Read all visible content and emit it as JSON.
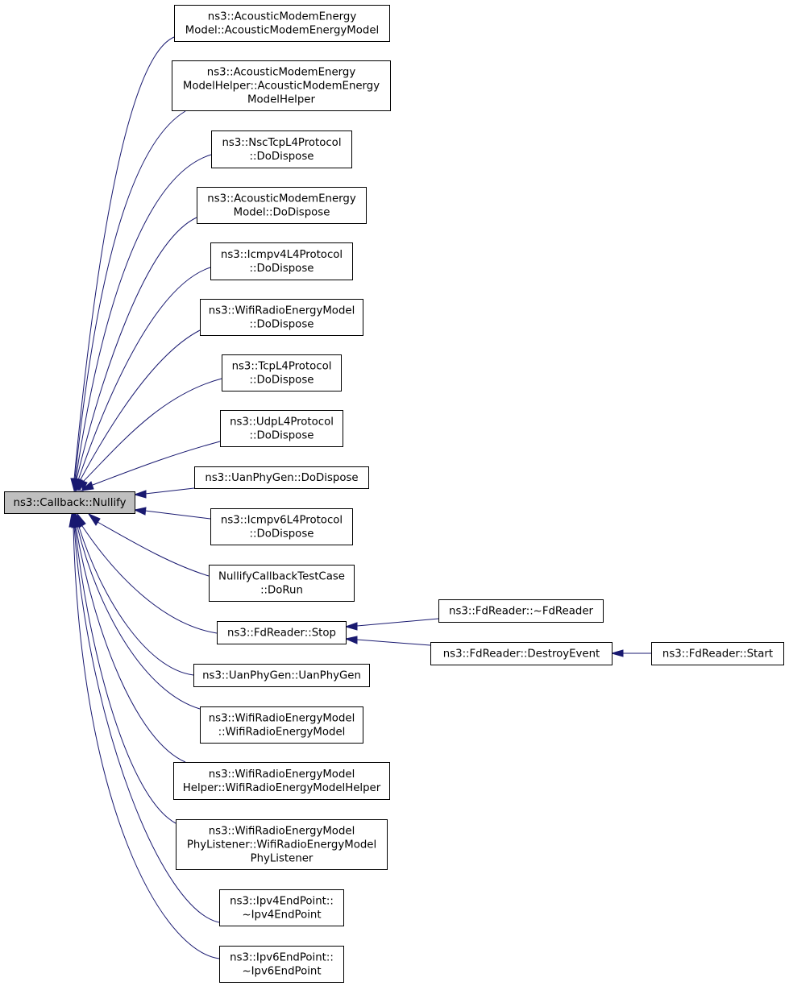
{
  "graph": {
    "root": {
      "lines": [
        "ns3::Callback::Nullify"
      ]
    },
    "nodes": [
      {
        "id": "acoustic-ctor",
        "lines": [
          "ns3::AcousticModemEnergy",
          "Model::AcousticModemEnergyModel"
        ]
      },
      {
        "id": "acoustic-helper-ctor",
        "lines": [
          "ns3::AcousticModemEnergy",
          "ModelHelper::AcousticModemEnergy",
          "ModelHelper"
        ]
      },
      {
        "id": "nsctcp-dodispose",
        "lines": [
          "ns3::NscTcpL4Protocol",
          "::DoDispose"
        ]
      },
      {
        "id": "acoustic-dodispose",
        "lines": [
          "ns3::AcousticModemEnergy",
          "Model::DoDispose"
        ]
      },
      {
        "id": "icmpv4-dodispose",
        "lines": [
          "ns3::Icmpv4L4Protocol",
          "::DoDispose"
        ]
      },
      {
        "id": "wifiradio-dodispose",
        "lines": [
          "ns3::WifiRadioEnergyModel",
          "::DoDispose"
        ]
      },
      {
        "id": "tcp-dodispose",
        "lines": [
          "ns3::TcpL4Protocol",
          "::DoDispose"
        ]
      },
      {
        "id": "udp-dodispose",
        "lines": [
          "ns3::UdpL4Protocol",
          "::DoDispose"
        ]
      },
      {
        "id": "uanphygen-dodispose",
        "lines": [
          "ns3::UanPhyGen::DoDispose"
        ]
      },
      {
        "id": "icmpv6-dodispose",
        "lines": [
          "ns3::Icmpv6L4Protocol",
          "::DoDispose"
        ]
      },
      {
        "id": "nullify-testcase-dorun",
        "lines": [
          "NullifyCallbackTestCase",
          "::DoRun"
        ]
      },
      {
        "id": "fdreader-stop",
        "lines": [
          "ns3::FdReader::Stop"
        ]
      },
      {
        "id": "uanphygen-ctor",
        "lines": [
          "ns3::UanPhyGen::UanPhyGen"
        ]
      },
      {
        "id": "wifiradio-ctor",
        "lines": [
          "ns3::WifiRadioEnergyModel",
          "::WifiRadioEnergyModel"
        ]
      },
      {
        "id": "wifiradio-helper-ctor",
        "lines": [
          "ns3::WifiRadioEnergyModel",
          "Helper::WifiRadioEnergyModelHelper"
        ]
      },
      {
        "id": "wifiradio-phylistener-ctor",
        "lines": [
          "ns3::WifiRadioEnergyModel",
          "PhyListener::WifiRadioEnergyModel",
          "PhyListener"
        ]
      },
      {
        "id": "ipv4endpoint-dtor",
        "lines": [
          "ns3::Ipv4EndPoint::",
          "~Ipv4EndPoint"
        ]
      },
      {
        "id": "ipv6endpoint-dtor",
        "lines": [
          "ns3::Ipv6EndPoint::",
          "~Ipv6EndPoint"
        ]
      },
      {
        "id": "fdreader-dtor",
        "lines": [
          "ns3::FdReader::~FdReader"
        ]
      },
      {
        "id": "fdreader-destroyevent",
        "lines": [
          "ns3::FdReader::DestroyEvent"
        ]
      },
      {
        "id": "fdreader-start",
        "lines": [
          "ns3::FdReader::Start"
        ]
      }
    ]
  },
  "colors": {
    "edge": "#191970",
    "root_fill": "#bfbfbf",
    "node_fill": "#ffffff",
    "border": "#000000"
  }
}
